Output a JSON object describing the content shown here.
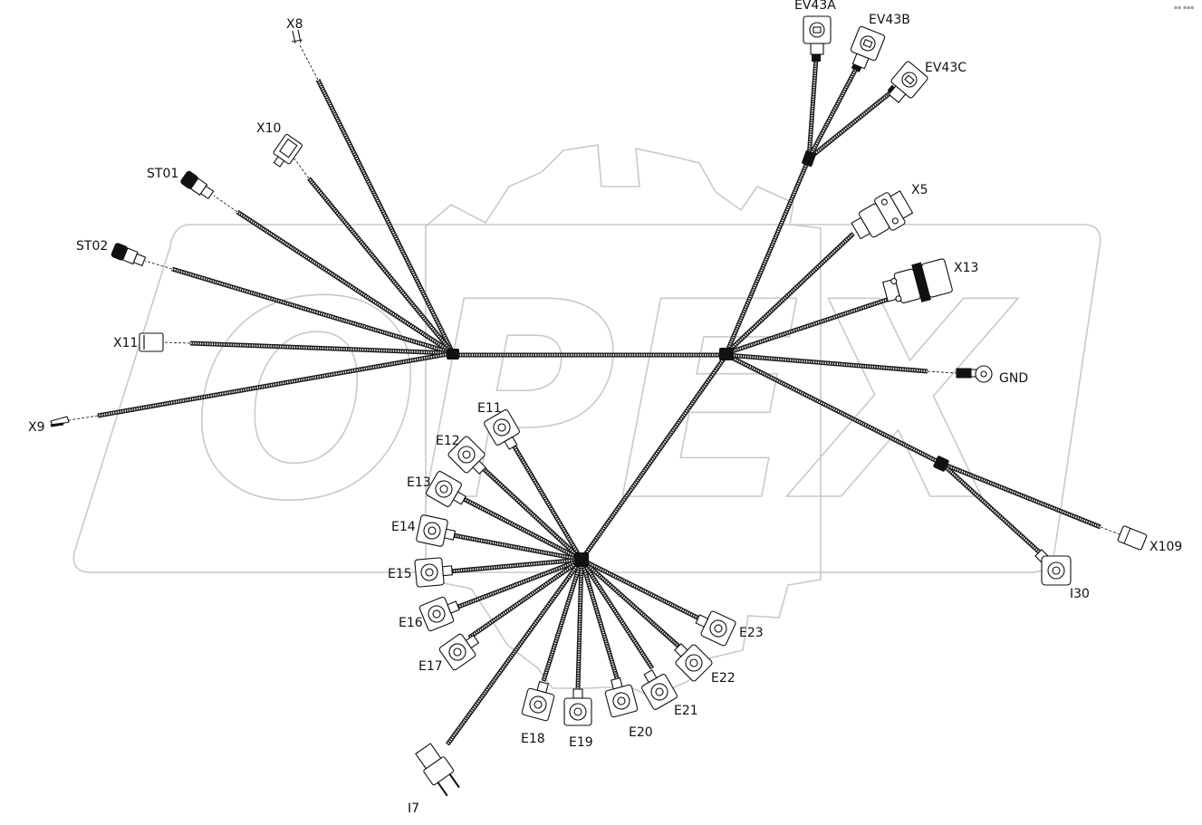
{
  "watermark": {
    "text": "OPEX",
    "color": "#c9c9c9"
  },
  "corner_mark": "▪▪ ▪▪▪",
  "connectors": {
    "X8": "X8",
    "X10": "X10",
    "ST01": "ST01",
    "ST02": "ST02",
    "X11": "X11",
    "X9": "X9",
    "EV43A": "EV43A",
    "EV43B": "EV43B",
    "EV43C": "EV43C",
    "X5": "X5",
    "X13": "X13",
    "GND": "GND",
    "X109": "X109",
    "I30": "I30",
    "E11": "E11",
    "E12": "E12",
    "E13": "E13",
    "E14": "E14",
    "E15": "E15",
    "E16": "E16",
    "E17": "E17",
    "E18": "E18",
    "E19": "E19",
    "E20": "E20",
    "E21": "E21",
    "E22": "E22",
    "E23": "E23",
    "I7": "I7"
  }
}
